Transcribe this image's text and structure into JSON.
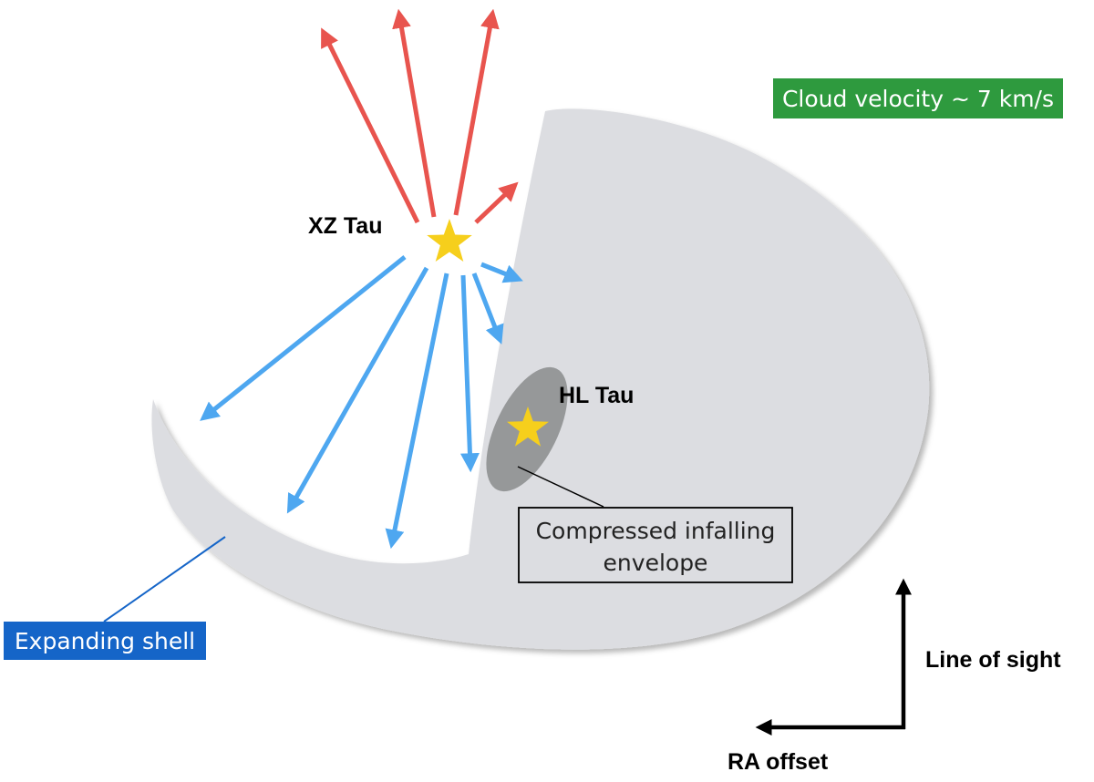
{
  "labels": {
    "xz_tau": "XZ Tau",
    "hl_tau": "HL Tau",
    "cloud_velocity": "Cloud velocity ~ 7 km/s",
    "compressed_line1": "Compressed infalling",
    "compressed_line2": "envelope",
    "expanding_shell": "Expanding shell",
    "line_of_sight": "Line of sight",
    "ra_offset": "RA offset"
  },
  "colors": {
    "cloud": "#dcdde1",
    "cloud_shadow": "#b9babe",
    "redshifted_arrow": "#e8544e",
    "blueshifted_arrow": "#4ea7f0",
    "star": "#f6cf1c",
    "envelope": "#8e9091",
    "velocity_box": "#2e9a3e",
    "shell_box": "#1565c8"
  },
  "icons": {
    "xz_star": "star-icon",
    "hl_star": "star-icon"
  }
}
